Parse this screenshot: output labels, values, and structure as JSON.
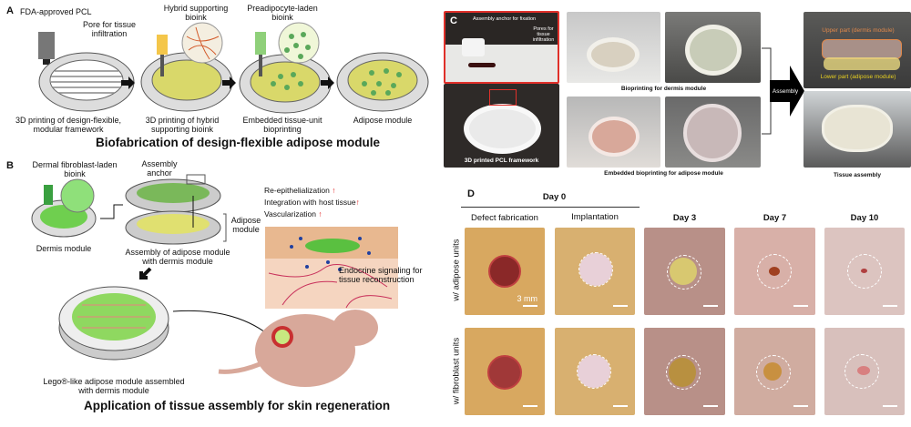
{
  "panel_a": {
    "label": "A",
    "callouts": {
      "pcl": "FDA-approved PCL",
      "pore": "Pore for tissue infiltration",
      "hybrid": "Hybrid supporting bioink",
      "preadipocyte": "Preadipocyte-laden bioink"
    },
    "steps": [
      "3D printing of design-flexible, modular framework",
      "3D printing of hybrid supporting bioink",
      "Embedded tissue-unit bioprinting",
      "Adipose module"
    ],
    "title": "Biofabrication of design-flexible adipose module"
  },
  "panel_b": {
    "label": "B",
    "fibroblast_bioink": "Dermal fibroblast-laden bioink",
    "dermis_module": "Dermis module",
    "assembly_anchor": "Assembly anchor",
    "adipose_module": "Adipose module",
    "assembly_caption": "Assembly of adipose module with dermis module",
    "outcomes": [
      "Re-epithelialization",
      "Integration with host tissue",
      "Vascularization"
    ],
    "endocrine": "Endocrine signaling for tissue reconstruction",
    "lego_caption": "Lego®-like adipose module assembled with dermis module",
    "title": "Application of tissue assembly for skin regeneration"
  },
  "panel_c": {
    "label": "C",
    "anchor_note": "Assembly anchor for fixation",
    "pores_note": "Pores for tissue infiltration",
    "framework_caption": "3D printed PCL framework",
    "dermis_caption": "Bioprinting for dermis module",
    "adipose_caption": "Embedded bioprinting for adipose module",
    "assembly_arrow": "Assembly",
    "upper_part": "Upper part (dermis module)",
    "lower_part": "Lower part (adipose module)",
    "tissue_caption": "Tissue assembly"
  },
  "panel_d": {
    "label": "D",
    "day0": "Day 0",
    "columns": [
      "Defect fabrication",
      "Implantation",
      "Day 3",
      "Day 7",
      "Day 10"
    ],
    "rows": [
      "w/ adipose units",
      "w/ fibroblast units"
    ],
    "scale_bar": "3 mm"
  },
  "colors": {
    "arrow_up": "#e02020",
    "inset_border": "#e0302a",
    "adipose_yellow": "#d9d86a",
    "dermis_green": "#6fcf4f",
    "upper_label": "#e0884a",
    "lower_label": "#e8d020"
  }
}
